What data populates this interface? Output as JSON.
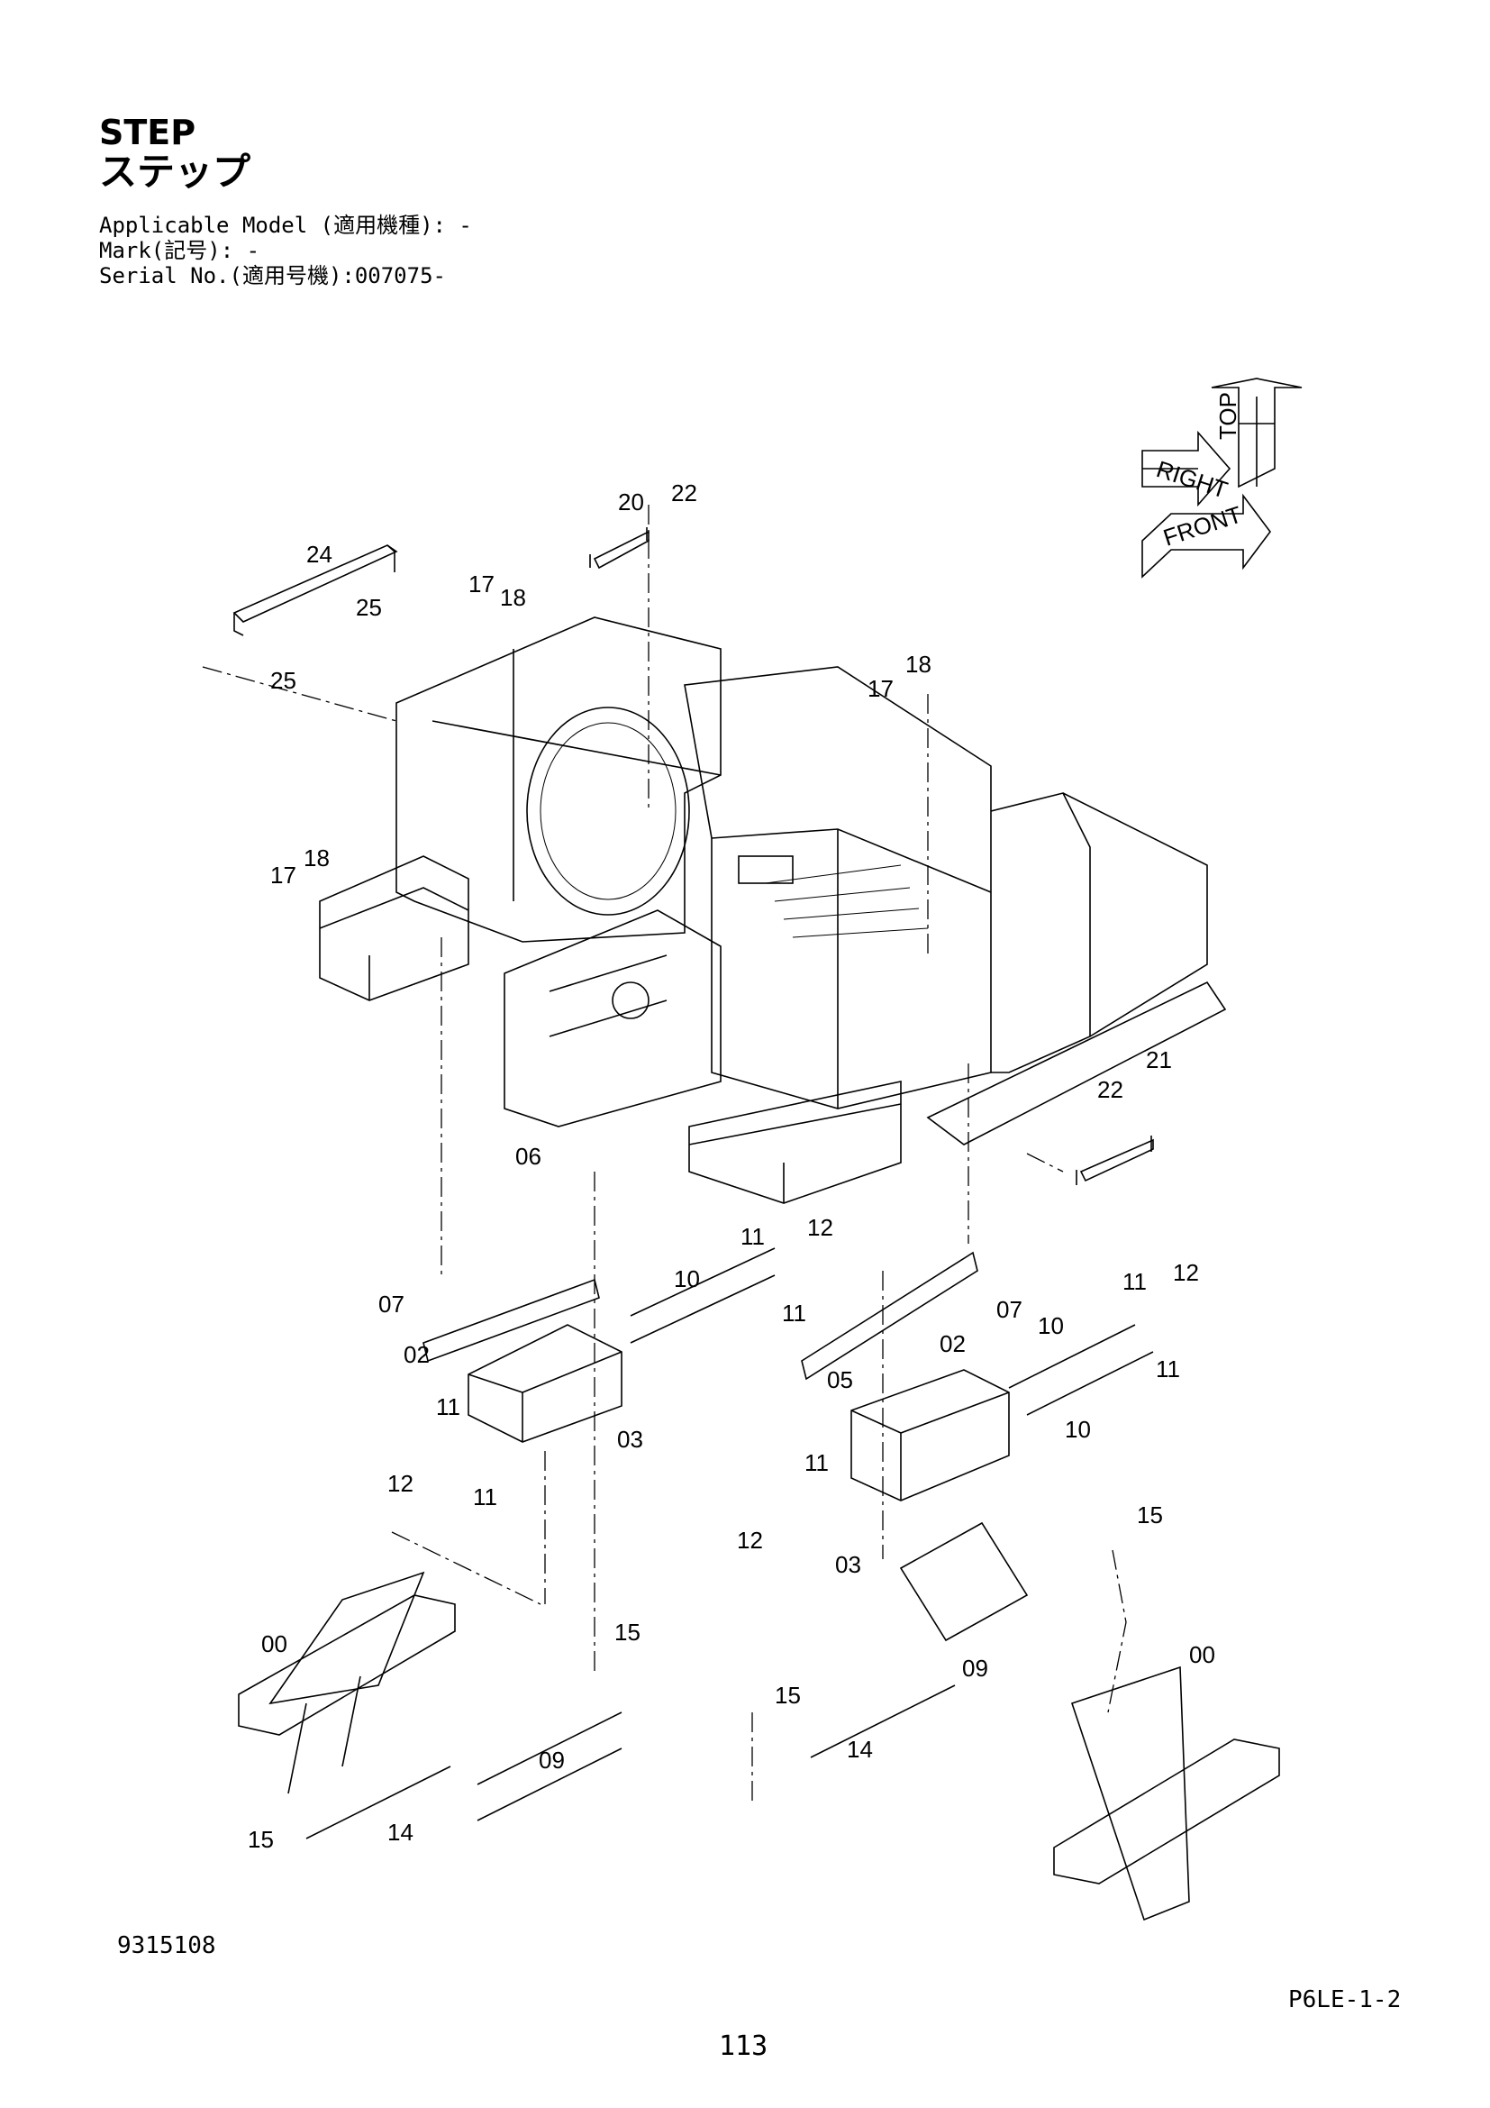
{
  "header": {
    "title_en": "STEP",
    "title_ja": "ステップ",
    "applicable_model": "Applicable Model (適用機種): -",
    "mark": "Mark(記号): -",
    "serial_no": "Serial No.(適用号機):007075-"
  },
  "direction_indicator": {
    "top": "TOP",
    "right": "RIGHT",
    "front": "FRONT"
  },
  "part_callouts": {
    "p00": "00",
    "p02": "02",
    "p03": "03",
    "p05": "05",
    "p06": "06",
    "p07": "07",
    "p09": "09",
    "p10": "10",
    "p11": "11",
    "p12": "12",
    "p14": "14",
    "p15": "15",
    "p17": "17",
    "p18": "18",
    "p20": "20",
    "p21": "21",
    "p22": "22",
    "p24": "24",
    "p25": "25"
  },
  "footer": {
    "drawing_no": "9315108",
    "page_code": "P6LE-1-2",
    "page_number": "113"
  }
}
